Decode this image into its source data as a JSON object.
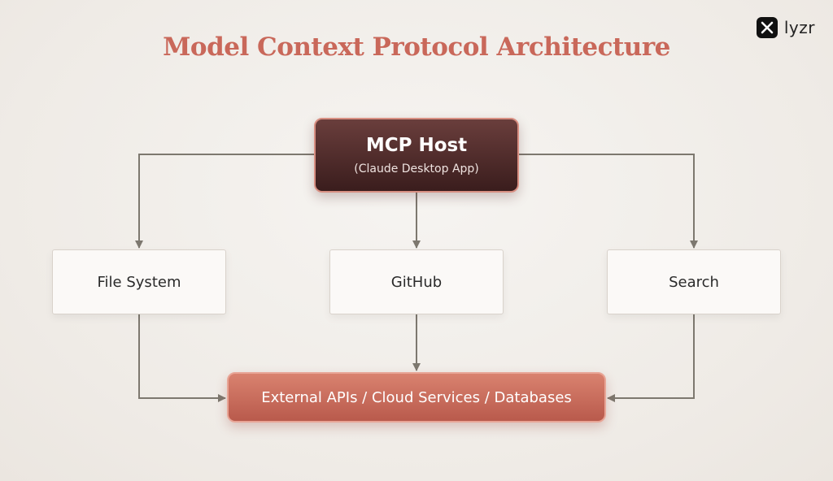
{
  "title": "Model Context Protocol Architecture",
  "logo": {
    "text": "lyzr"
  },
  "host": {
    "title": "MCP Host",
    "subtitle": "(Claude Desktop App)"
  },
  "servers": [
    {
      "label": "File System"
    },
    {
      "label": "GitHub"
    },
    {
      "label": "Search"
    }
  ],
  "external": {
    "label": "External APIs / Cloud Services / Databases"
  },
  "colors": {
    "title": "#c9685a",
    "host_bg": "#4a2a29",
    "external_bg": "#c9685a",
    "edge": "#7d786f"
  }
}
